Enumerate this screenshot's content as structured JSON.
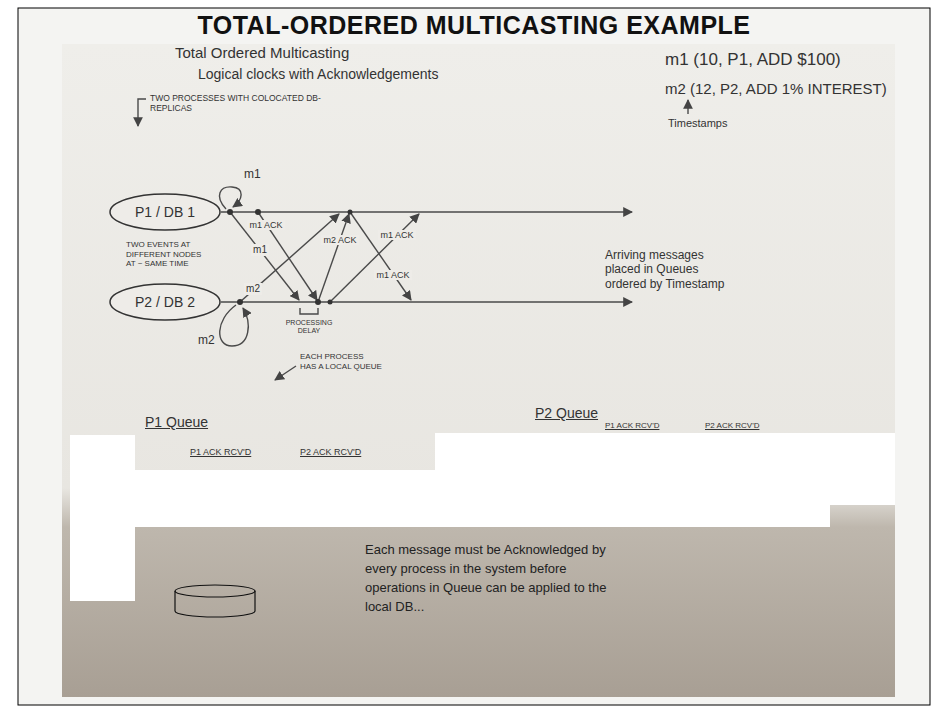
{
  "diagram": {
    "title": "TOTAL-ORDERED MULTICASTING EXAMPLE",
    "nodes": [
      {
        "text": [
          "P1 / DB 1"
        ]
      },
      {
        "text": [
          "P2 / DB 2"
        ]
      }
    ],
    "labels": [
      "Total Ordered Multicasting",
      "Logical clocks with Acknowledgements",
      "m1 (10, P1, ADD $100)",
      "m2 (12, P2, ADD 1% INTEREST)",
      "Timestamps",
      "TWO PROCESSES WITH COLOCATED DB-REPLICAS",
      "m1",
      "TWO EVENTS AT DIFFERENT NODES AT ~ SAME TIME",
      "m1",
      "m1 ACK",
      "m2 ACK",
      "m1 ACK",
      "m2",
      "m1 ACK",
      "m2",
      "PROCESSING DELAY",
      "EACH PROCESS HAS A LOCAL QUEUE",
      "Arriving messages placed in Queues ordered by Timestamp",
      "P1 Queue",
      "P1 ACK RCV'D",
      "P2 ACK RCV'D",
      "P2 Queue",
      "P1 ACK RCV'D",
      "P2 ACK RCV'D",
      "Each message must be Acknowledged by every process in the system before operations in Queue can be applied to the local DB..."
    ]
  }
}
